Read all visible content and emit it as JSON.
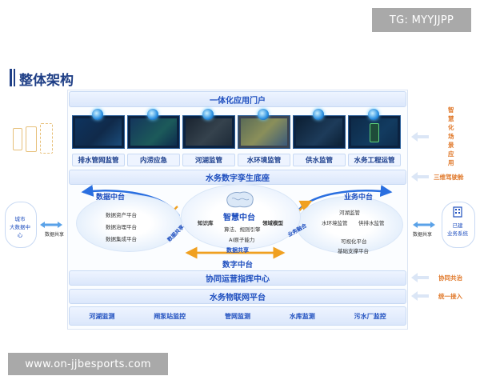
{
  "watermark_top": "TG: MYYJJPP",
  "watermark_bottom": "www.on-jjbesports.com",
  "heading": "整体架构",
  "portal": "一体化应用门户",
  "apps": [
    "排水管网监管",
    "内涝应急",
    "河湖监管",
    "水环境监管",
    "供水监管",
    "水务工程运管"
  ],
  "twin_base": "水务数字孪生底座",
  "right_labels": {
    "smart_apps": "智慧化场景应用",
    "driving": "三维驾驶舱",
    "collab": "协同共治",
    "unified": "统一接入"
  },
  "data_center": {
    "title": "数据中台",
    "items": [
      "数据资产平台",
      "数据治理平台",
      "数据集成平台"
    ]
  },
  "smart_center": {
    "title": "智慧中台",
    "knowledge": "知识库",
    "domain_model": "领域模型",
    "algo": "算法、规则引擎",
    "ai": "AI原子能力"
  },
  "business_center": {
    "title": "业务中台",
    "items": [
      "河湖监管",
      "水环境监管",
      "供排水监管",
      "可视化平台",
      "基础支撑平台"
    ]
  },
  "flows": {
    "data_share_left": "数据共享",
    "business_fusion": "业务融合",
    "data_share_mid": "数据共享",
    "data_share_outer_left": "数据共享",
    "data_share_outer_right": "数据共享"
  },
  "digital_center": "数字中台",
  "city_center": "城市\n大数据中心",
  "existing_systems": "已建\n业务系统",
  "coord_center": "协同运营指挥中心",
  "iot": "水务物联网平台",
  "monitors": [
    "河湖监测",
    "闸泵站监控",
    "管网监测",
    "水库监测",
    "污水厂监控"
  ],
  "colors": {
    "accent": "#1f4fbf",
    "orange": "#e0792b",
    "dark": "#1f3f86"
  }
}
